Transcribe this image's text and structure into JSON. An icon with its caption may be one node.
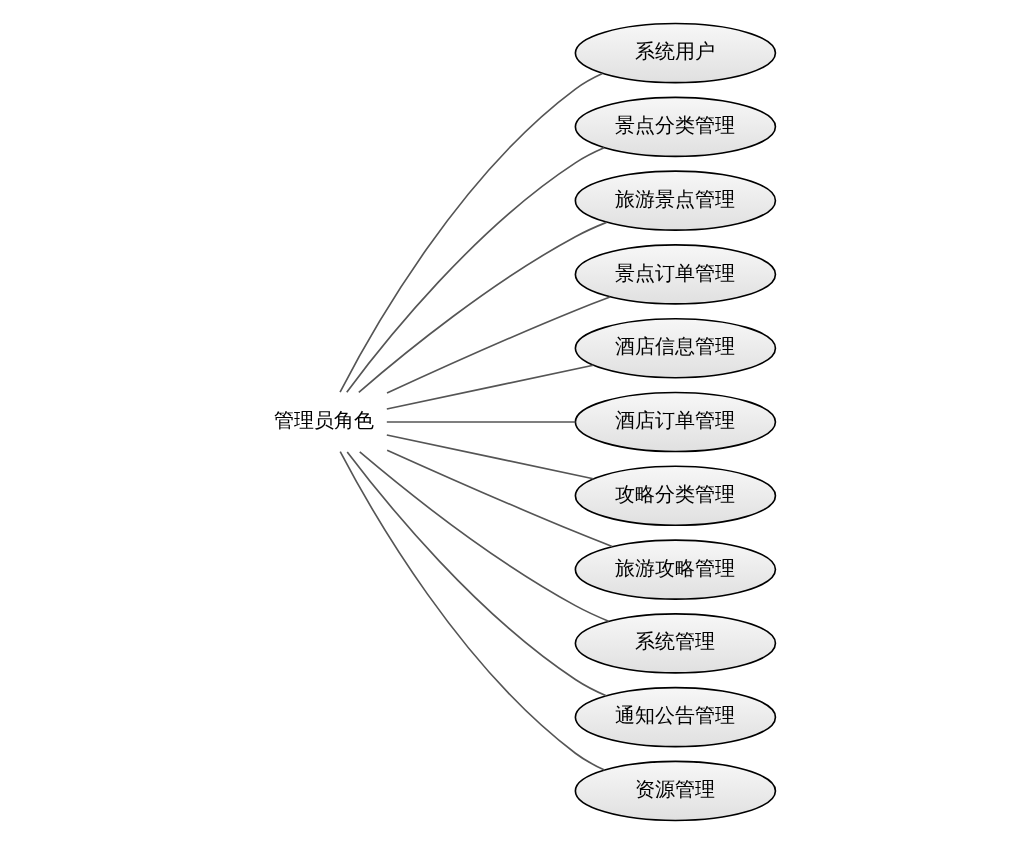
{
  "diagram": {
    "nodes": [
      {
        "text": [
          "管理员角色"
        ]
      },
      {
        "text": [
          "系统用户"
        ]
      },
      {
        "text": [
          "景点分类管理"
        ]
      },
      {
        "text": [
          "旅游景点管理"
        ]
      },
      {
        "text": [
          "景点订单管理"
        ]
      },
      {
        "text": [
          "酒店信息管理"
        ]
      },
      {
        "text": [
          "酒店订单管理"
        ]
      },
      {
        "text": [
          "攻略分类管理"
        ]
      },
      {
        "text": [
          "旅游攻略管理"
        ]
      },
      {
        "text": [
          "系统管理"
        ]
      },
      {
        "text": [
          "通知公告管理"
        ]
      },
      {
        "text": [
          "资源管理"
        ]
      }
    ],
    "edges": [
      {
        "from": 0,
        "to": 1,
        "arrow": "none"
      },
      {
        "from": 0,
        "to": 2,
        "arrow": "none"
      },
      {
        "from": 0,
        "to": 3,
        "arrow": "none"
      },
      {
        "from": 0,
        "to": 4,
        "arrow": "none"
      },
      {
        "from": 0,
        "to": 5,
        "arrow": "none"
      },
      {
        "from": 0,
        "to": 6,
        "arrow": "none"
      },
      {
        "from": 0,
        "to": 7,
        "arrow": "none"
      },
      {
        "from": 0,
        "to": 8,
        "arrow": "none"
      },
      {
        "from": 0,
        "to": 9,
        "arrow": "none"
      },
      {
        "from": 0,
        "to": 10,
        "arrow": "none"
      },
      {
        "from": 0,
        "to": 11,
        "arrow": "none"
      }
    ]
  }
}
